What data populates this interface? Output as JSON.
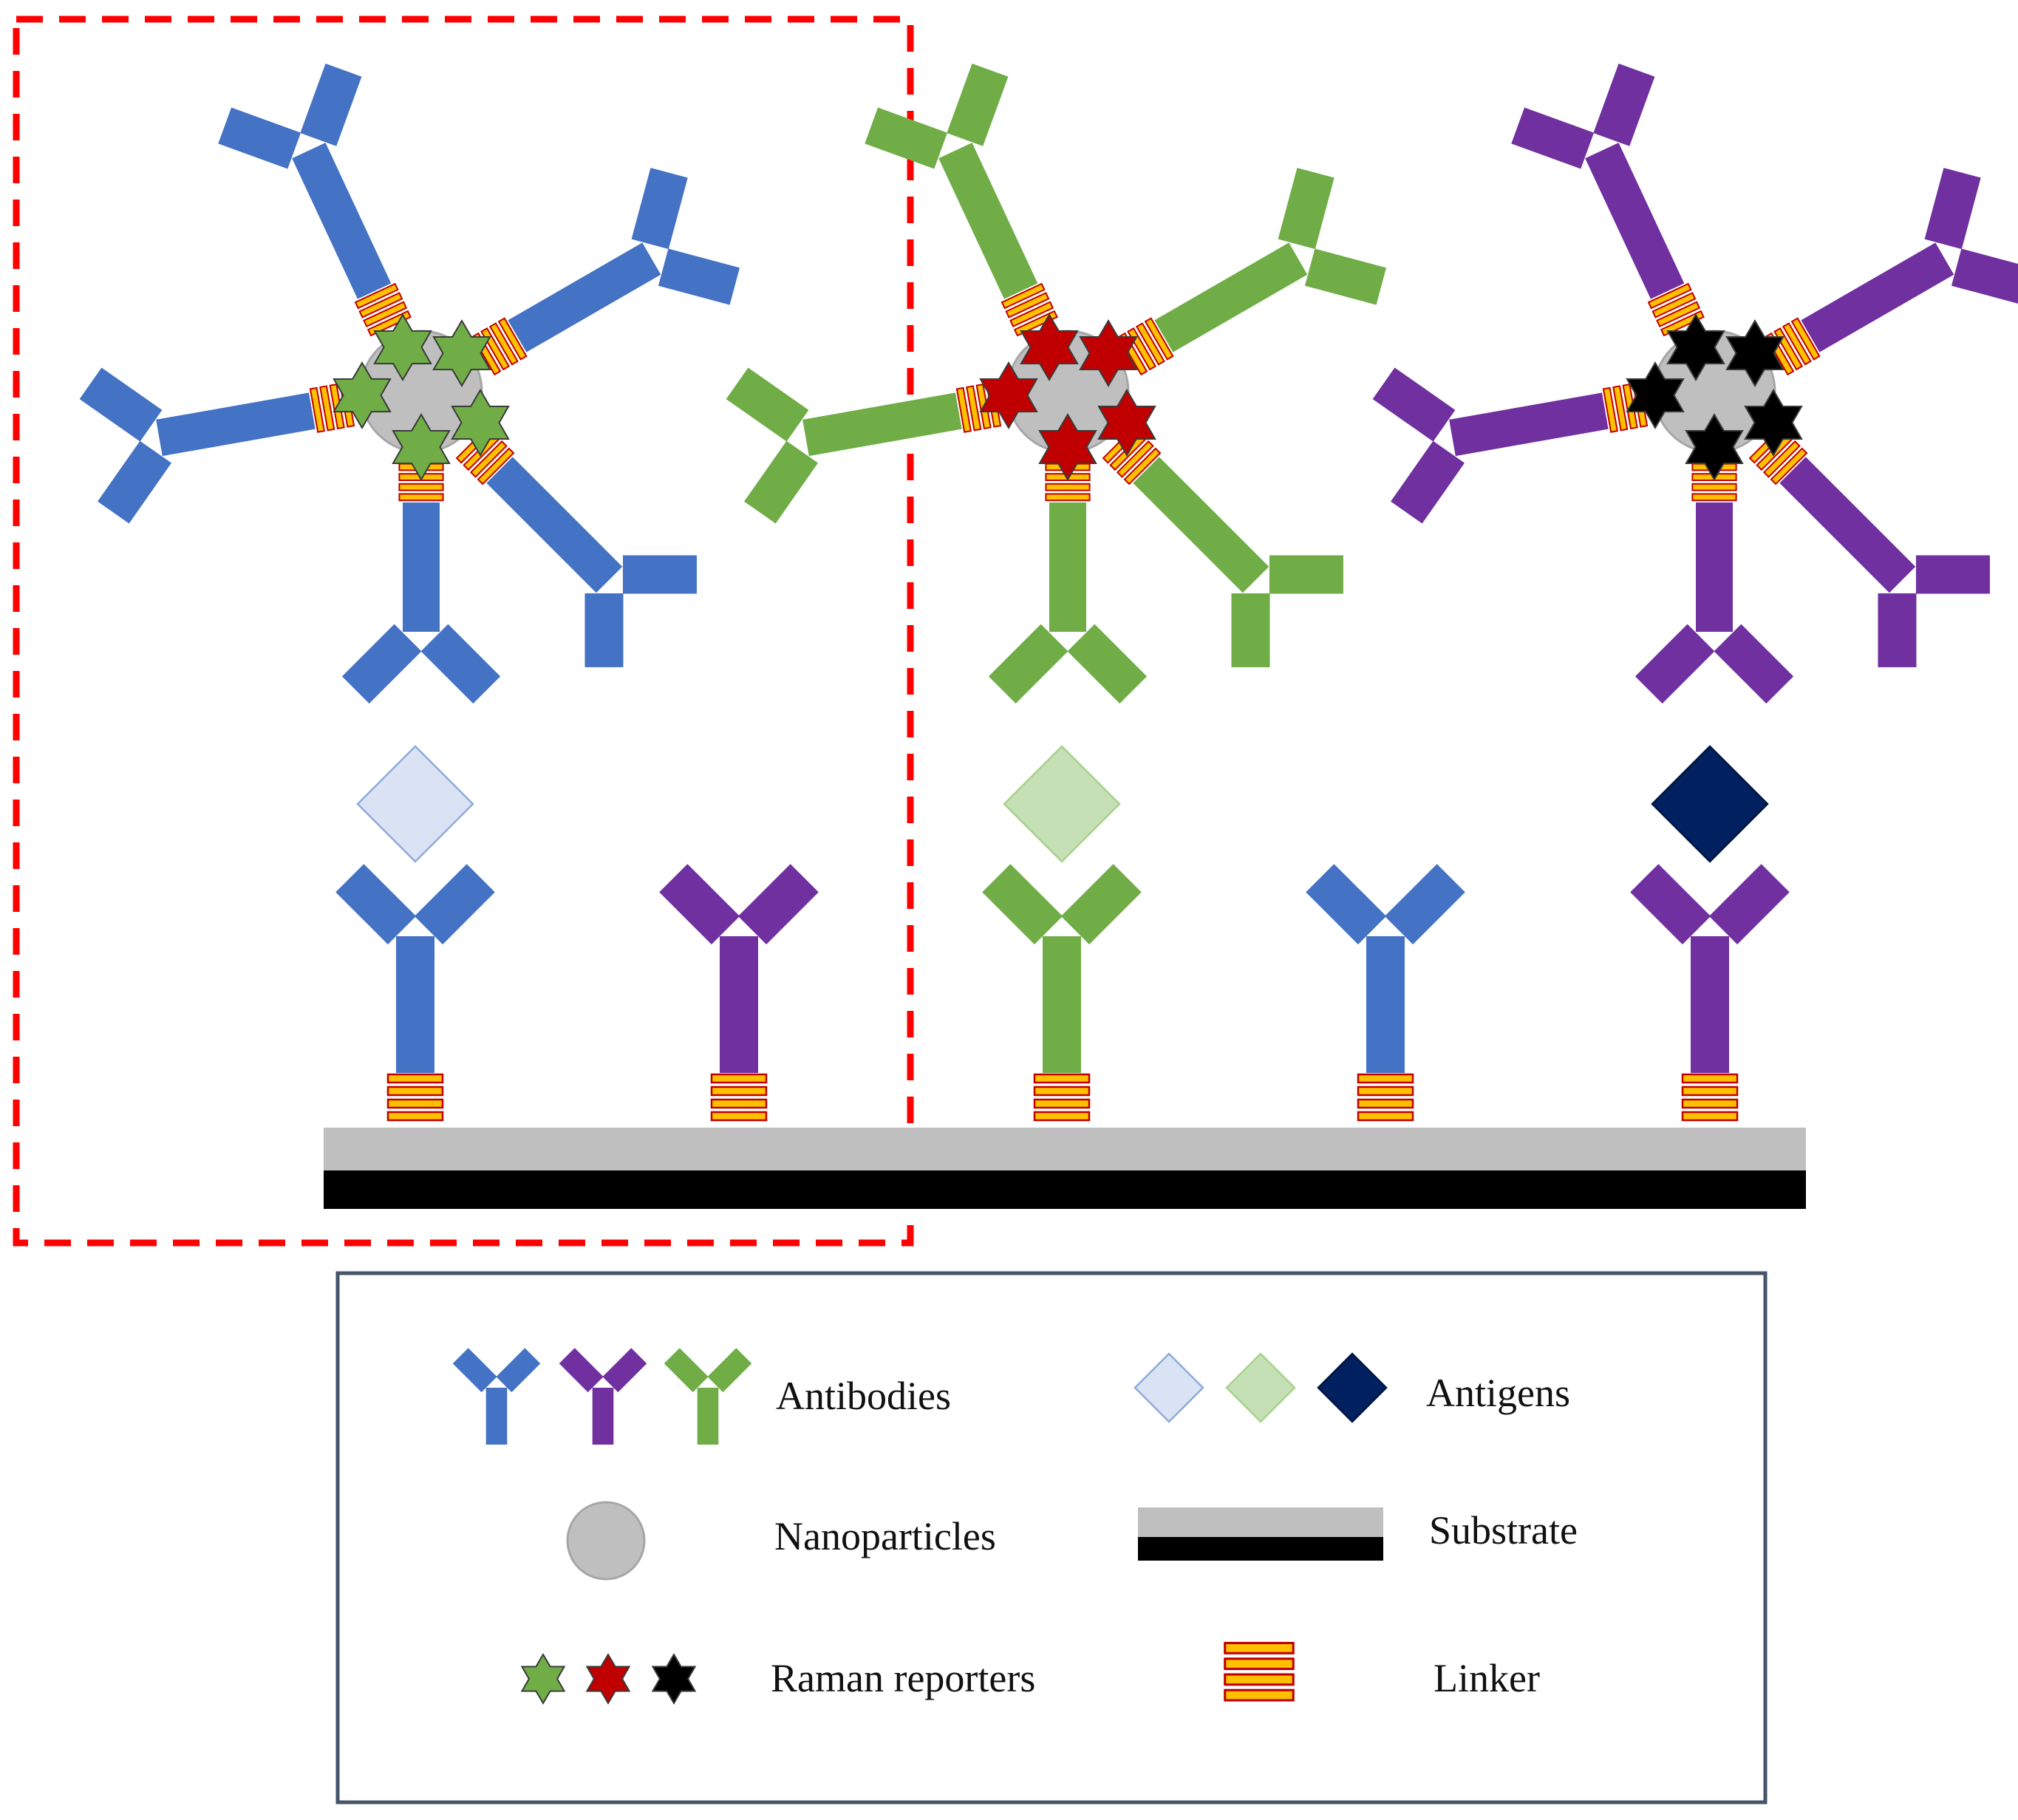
{
  "colors": {
    "blue": "#4472C4",
    "green": "#70AD47",
    "purple": "#7030A0",
    "nanoparticle": "#BFBFBF",
    "nanoparticle_edge": "#A6A6A6",
    "linker_fill": "#FFC000",
    "linker_stroke": "#C00000",
    "substrate_top": "#BFBFBF",
    "substrate_bottom": "#000000",
    "reporter_green": "#70AD47",
    "reporter_red": "#C00000",
    "reporter_black": "#000000",
    "antigen_blue": "#DAE3F3",
    "antigen_green": "#C5E0B4",
    "antigen_navy": "#002060",
    "highlight_box": "#FF0000",
    "legend_border": "#44546A"
  },
  "legend": {
    "antibodies": "Antibodies",
    "antigens": "Antigens",
    "nanoparticles": "Nanoparticles",
    "substrate": "Substrate",
    "raman_reporters": "Raman reporters",
    "linker": "Linker"
  },
  "icons": [
    "antibody-icon",
    "antigen-icon",
    "nanoparticle-icon",
    "substrate-icon",
    "raman-reporter-icon",
    "linker-icon"
  ]
}
